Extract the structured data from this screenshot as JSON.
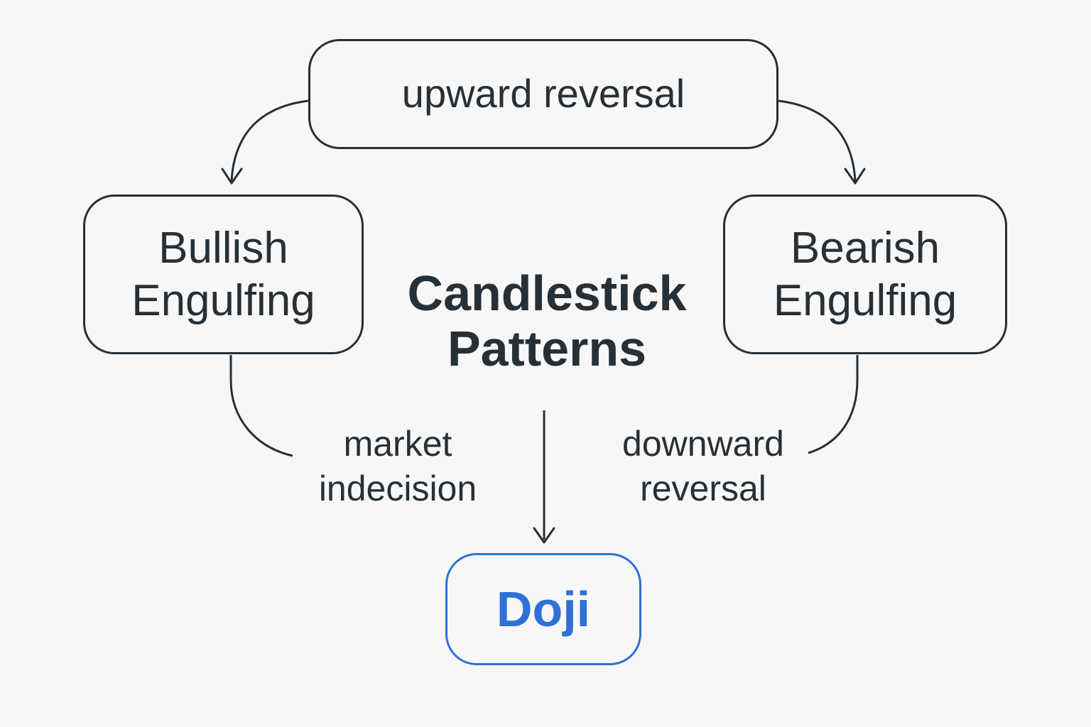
{
  "diagram": {
    "title": "Candlestick\nPatterns",
    "nodes": {
      "top": "upward reversal",
      "left": "Bullish\nEngulfing",
      "right": "Bearish\nEngulfing",
      "bottom": "Doji"
    },
    "edge_labels": {
      "market_indecision": "market\nindecision",
      "downward_reversal": "downward\nreversal"
    }
  },
  "colors": {
    "text": "#263036",
    "border": "#263036",
    "accent": "#2f6fd6",
    "background": "#f7f7f8"
  }
}
